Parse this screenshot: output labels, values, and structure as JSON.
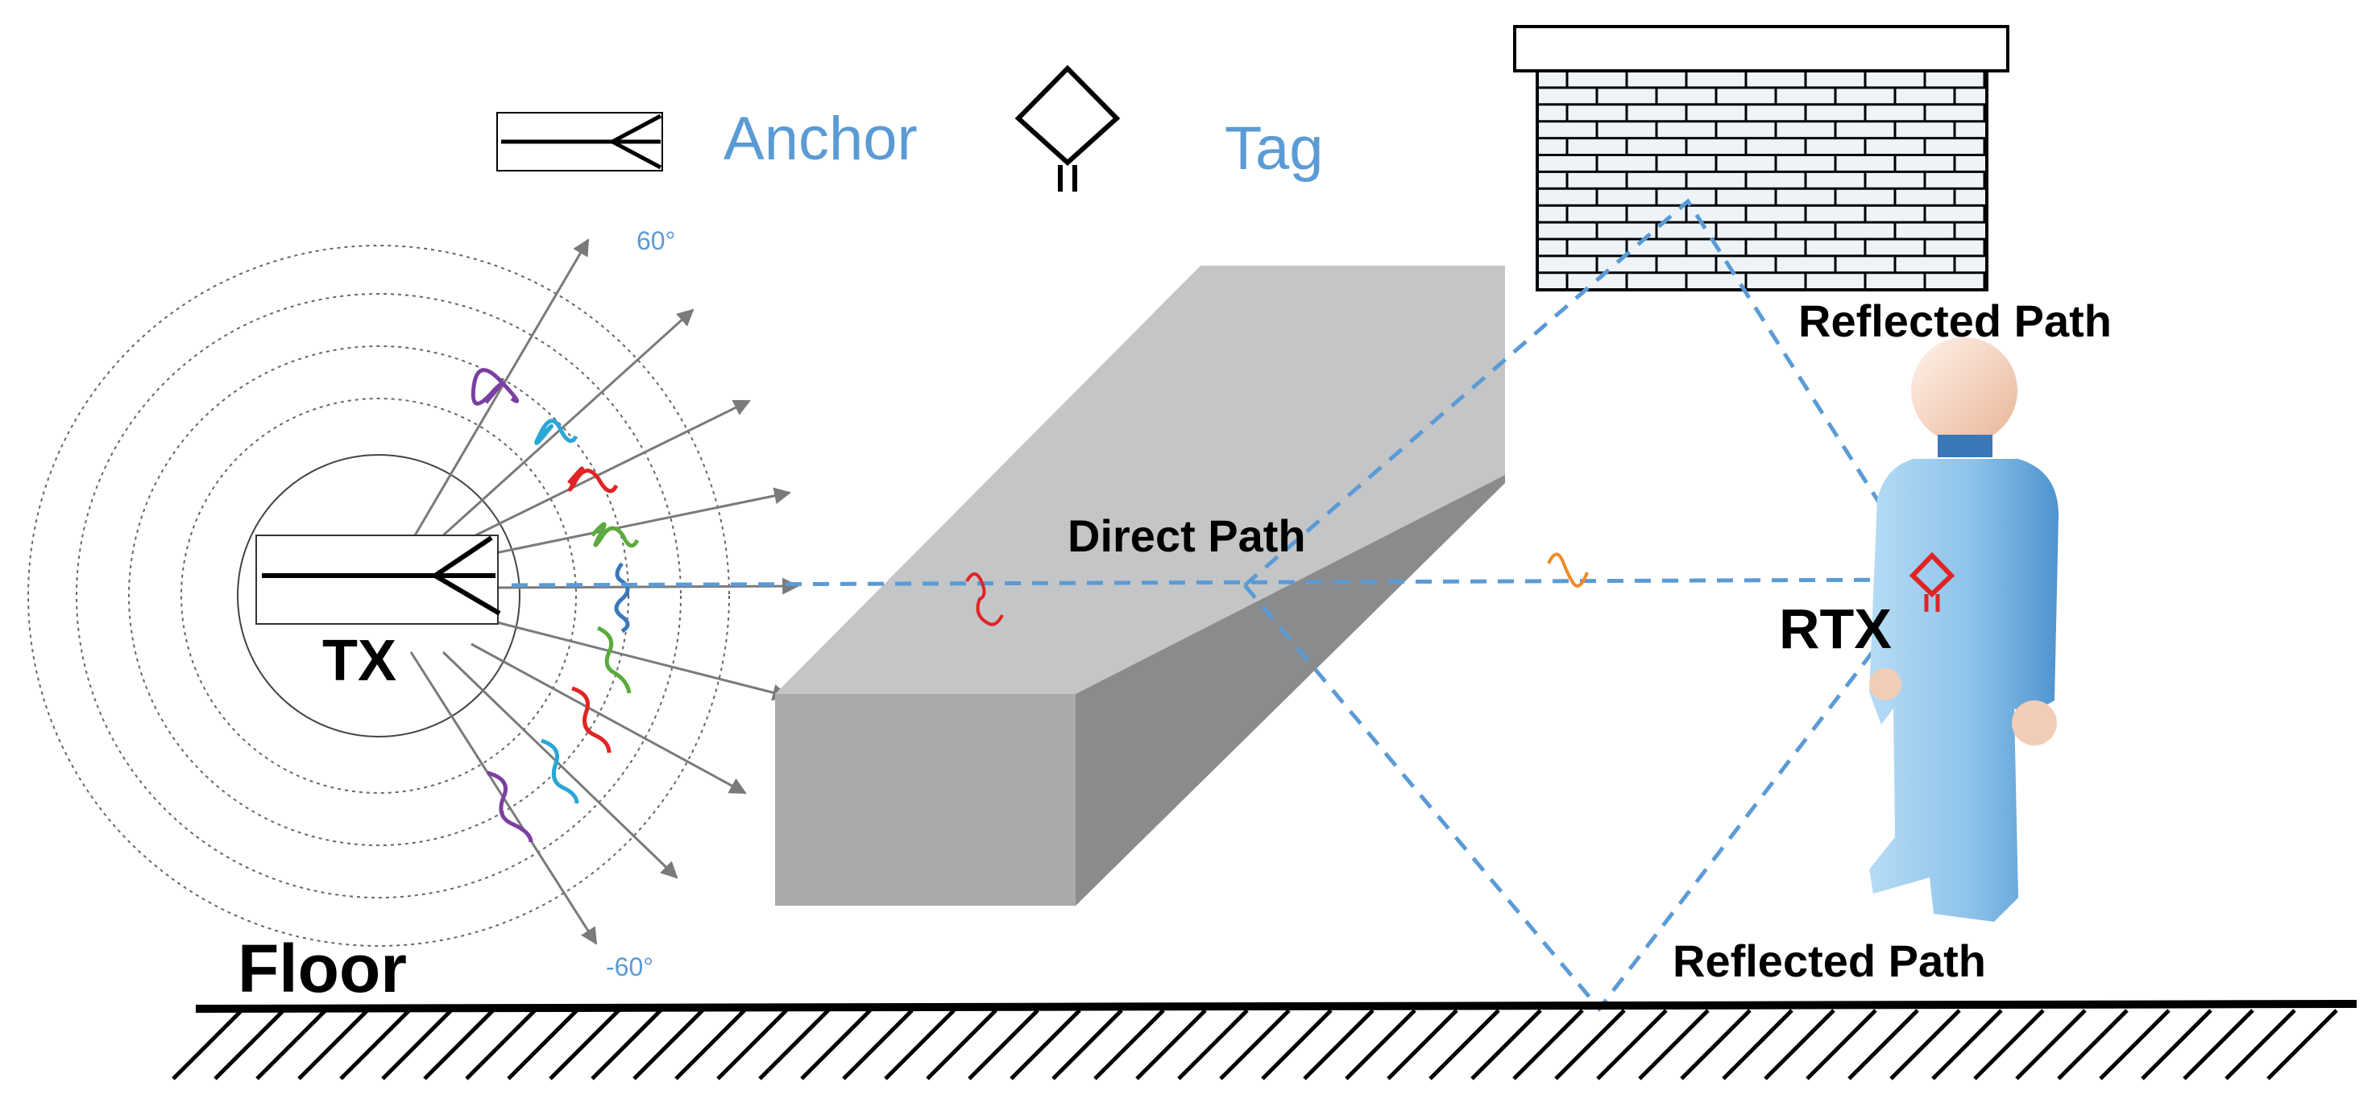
{
  "legend": {
    "anchor_label": "Anchor",
    "tag_label": "Tag"
  },
  "labels": {
    "tx": "TX",
    "rtx": "RTX",
    "floor": "Floor",
    "direct_path": "Direct Path",
    "reflected_path_wall": "Reflected Path",
    "reflected_path_floor": "Reflected Path",
    "angle_top": "60°",
    "angle_bottom": "-60°"
  },
  "colors": {
    "path": "#5b9bd5",
    "legend_text": "#5b9bd5",
    "box_top": "#c4c5c7",
    "box_front": "#a9aaac",
    "box_side": "#8a8b8d",
    "wave_purple": "#7b3fa0",
    "wave_cyan": "#2aa6d6",
    "wave_red": "#e02424",
    "wave_green": "#5aab3c",
    "wave_blue": "#3a78b8",
    "wave_orange": "#f08a24",
    "arrow_gray": "#7a7a7a",
    "tag_red": "#e02424",
    "person_body": "#8fc4ea",
    "person_skin": "#f2cdb5"
  }
}
